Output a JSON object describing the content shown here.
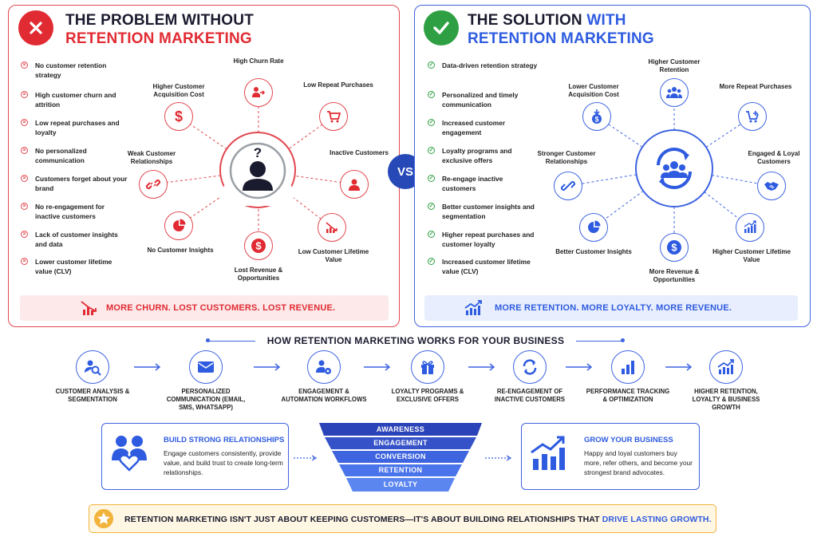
{
  "problem": {
    "title_line1": "THE PROBLEM WITHOUT",
    "title_line2": "RETENTION MARKETING",
    "bullets": [
      "No customer retention strategy",
      "High customer churn and attrition",
      "Low repeat purchases and loyalty",
      "No personalized communication",
      "Customers forget about your brand",
      "No re-engagement for inactive customers",
      "Lack of customer insights and data",
      "Lower customer lifetime value (CLV)"
    ],
    "nodes": [
      "High Churn Rate",
      "Low Repeat Purchases",
      "Inactive Customers",
      "Low Customer Lifetime Value",
      "Lost Revenue & Opportunities",
      "No Customer Insights",
      "Weak Customer Relationships",
      "Higher Customer Acquisition Cost"
    ],
    "banner": "MORE CHURN. LOST CUSTOMERS. LOST REVENUE."
  },
  "vs": "VS",
  "solution": {
    "title_line1_a": "THE SOLUTION",
    "title_line1_b": "WITH",
    "title_line2": "RETENTION MARKETING",
    "bullets": [
      "Data-driven retention strategy",
      "Personalized and timely communication",
      "Increased customer engagement",
      "Loyalty programs and exclusive offers",
      "Re-engage inactive customers",
      "Better customer insights and segmentation",
      "Higher repeat purchases and customer loyalty",
      "Increased customer lifetime value (CLV)"
    ],
    "nodes": [
      "Higher Customer Retention",
      "More Repeat Purchases",
      "Engaged & Loyal Customers",
      "Higher Customer Lifetime Value",
      "More Revenue & Opportunities",
      "Better Customer Insights",
      "Stronger Customer Relationships",
      "Lower Customer Acquisition Cost"
    ],
    "banner": "MORE RETENTION. MORE LOYALTY. MORE REVENUE."
  },
  "how": {
    "title": "HOW RETENTION MARKETING WORKS FOR YOUR BUSINESS",
    "steps": [
      "CUSTOMER ANALYSIS & SEGMENTATION",
      "PERSONALIZED COMMUNICATION (EMAIL, SMS, WHATSAPP)",
      "ENGAGEMENT & AUTOMATION WORKFLOWS",
      "LOYALTY PROGRAMS & EXCLUSIVE OFFERS",
      "RE-ENGAGEMENT OF INACTIVE CUSTOMERS",
      "PERFORMANCE TRACKING & OPTIMIZATION",
      "HIGHER RETENTION, LOYALTY & BUSINESS GROWTH"
    ]
  },
  "relationships": {
    "title": "BUILD STRONG RELATIONSHIPS",
    "text": "Engage customers consistently, provide value, and build trust to create long-term relationships."
  },
  "funnel": [
    "AWARENESS",
    "ENGAGEMENT",
    "CONVERSION",
    "RETENTION",
    "LOYALTY"
  ],
  "grow": {
    "title": "GROW YOUR BUSINESS",
    "text": "Happy and loyal customers buy more, refer others, and become your strongest brand advocates."
  },
  "footer": {
    "text": "RETENTION MARKETING ISN'T JUST ABOUT KEEPING CUSTOMERS—IT'S ABOUT BUILDING RELATIONSHIPS THAT",
    "highlight": "DRIVE LASTING GROWTH."
  },
  "colors": {
    "red": "#e2474f",
    "blue": "#3e64e0",
    "green": "#2ea043",
    "gold": "#f2b33d"
  }
}
